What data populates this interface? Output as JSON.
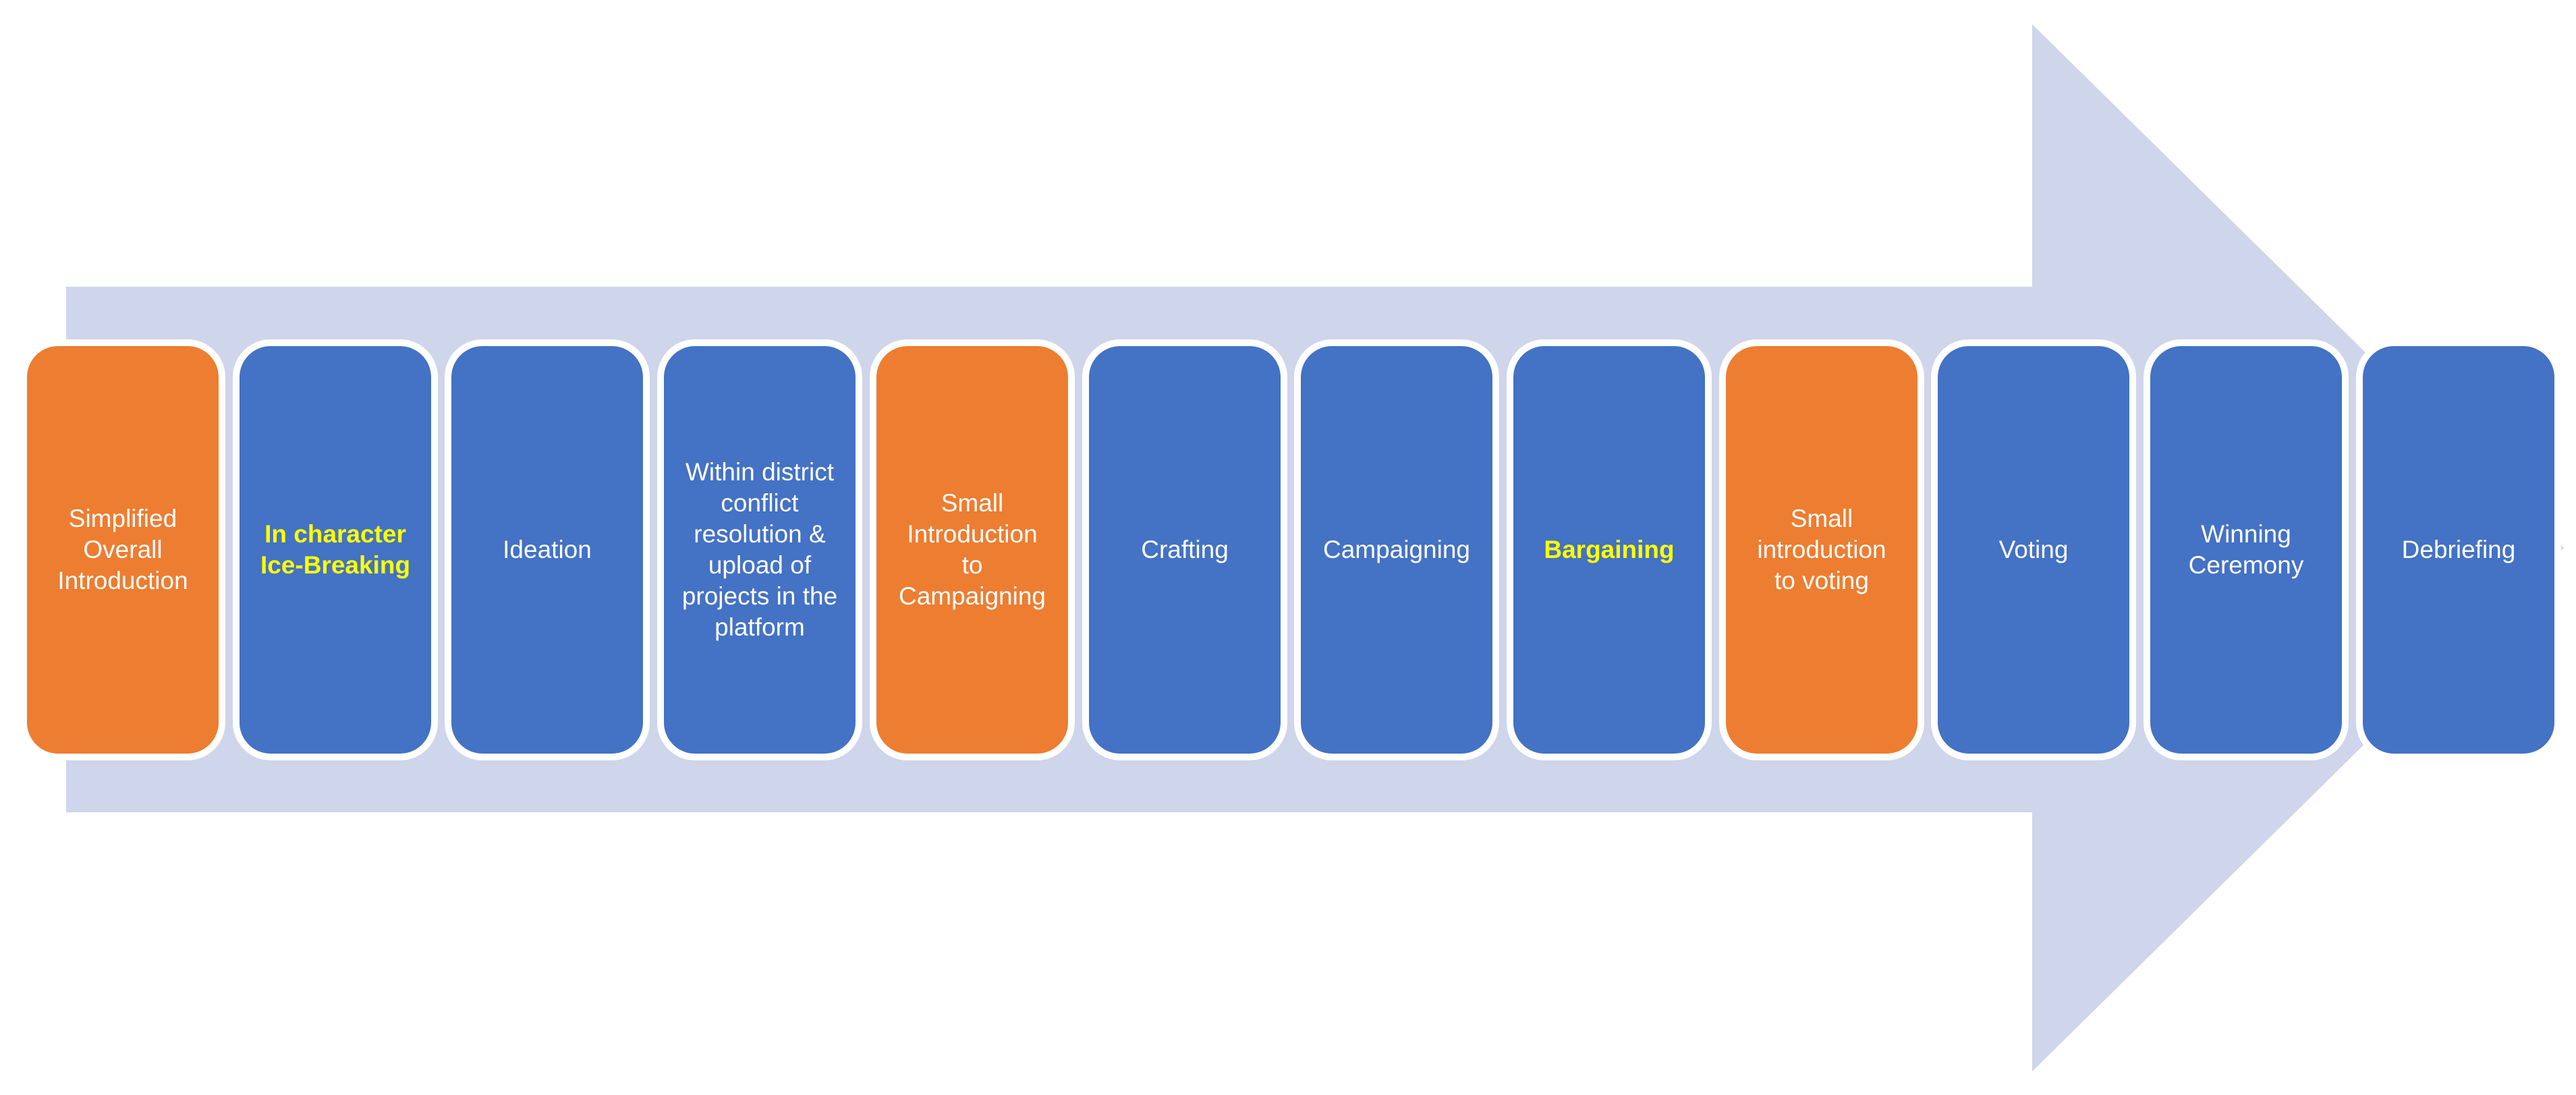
{
  "colors": {
    "arrow": "#cfd5ea",
    "orange": "#ed7d31",
    "blue": "#4472c4",
    "highlight_text": "#ffff00",
    "text": "#ffffff"
  },
  "steps": [
    {
      "label": "Simplified\nOverall\nIntroduction",
      "color": "orange",
      "highlight": false
    },
    {
      "label": "In character\nIce-Breaking",
      "color": "blue",
      "highlight": true
    },
    {
      "label": "Ideation",
      "color": "blue",
      "highlight": false
    },
    {
      "label": "Within district\nconflict\nresolution &\nupload of\nprojects in the\nplatform",
      "color": "blue",
      "highlight": false
    },
    {
      "label": "Small\nIntroduction\nto\nCampaigning",
      "color": "orange",
      "highlight": false
    },
    {
      "label": "Crafting",
      "color": "blue",
      "highlight": false
    },
    {
      "label": "Campaigning",
      "color": "blue",
      "highlight": false
    },
    {
      "label": "Bargaining",
      "color": "blue",
      "highlight": true
    },
    {
      "label": "Small\nintroduction\nto voting",
      "color": "orange",
      "highlight": false
    },
    {
      "label": "Voting",
      "color": "blue",
      "highlight": false
    },
    {
      "label": "Winning\nCeremony",
      "color": "blue",
      "highlight": false
    },
    {
      "label": "Debriefing",
      "color": "blue",
      "highlight": false
    }
  ]
}
